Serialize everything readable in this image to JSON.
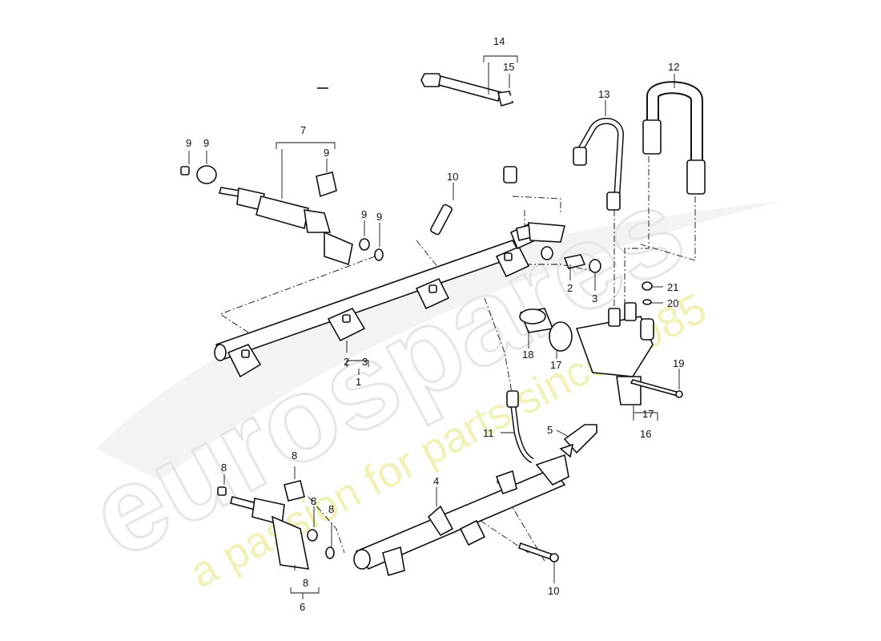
{
  "watermark": {
    "brand": "eurospares",
    "tagline": "a passion for parts since 1985"
  },
  "callouts": [
    {
      "id": "c1",
      "text": "14"
    },
    {
      "id": "c2",
      "text": "15"
    },
    {
      "id": "c3",
      "text": "12"
    },
    {
      "id": "c4",
      "text": "13"
    },
    {
      "id": "c5",
      "text": "7"
    },
    {
      "id": "c6",
      "text": "9"
    },
    {
      "id": "c7",
      "text": "9"
    },
    {
      "id": "c8",
      "text": "9"
    },
    {
      "id": "c9",
      "text": "10"
    },
    {
      "id": "c10",
      "text": "9"
    },
    {
      "id": "c11",
      "text": "9"
    },
    {
      "id": "c12",
      "text": "2"
    },
    {
      "id": "c13",
      "text": "3"
    },
    {
      "id": "c14",
      "text": "21"
    },
    {
      "id": "c15",
      "text": "20"
    },
    {
      "id": "c16",
      "text": "18"
    },
    {
      "id": "c17",
      "text": "17"
    },
    {
      "id": "c18",
      "text": "19"
    },
    {
      "id": "c19",
      "text": "17"
    },
    {
      "id": "c20",
      "text": "16"
    },
    {
      "id": "c21",
      "text": "2"
    },
    {
      "id": "c22",
      "text": "3"
    },
    {
      "id": "c23",
      "text": "1"
    },
    {
      "id": "c24",
      "text": "11"
    },
    {
      "id": "c25",
      "text": "5"
    },
    {
      "id": "c26",
      "text": "4"
    },
    {
      "id": "c27",
      "text": "8"
    },
    {
      "id": "c28",
      "text": "8"
    },
    {
      "id": "c29",
      "text": "8"
    },
    {
      "id": "c30",
      "text": "8"
    },
    {
      "id": "c31",
      "text": "8"
    },
    {
      "id": "c32",
      "text": "6"
    },
    {
      "id": "c33",
      "text": "10"
    }
  ]
}
